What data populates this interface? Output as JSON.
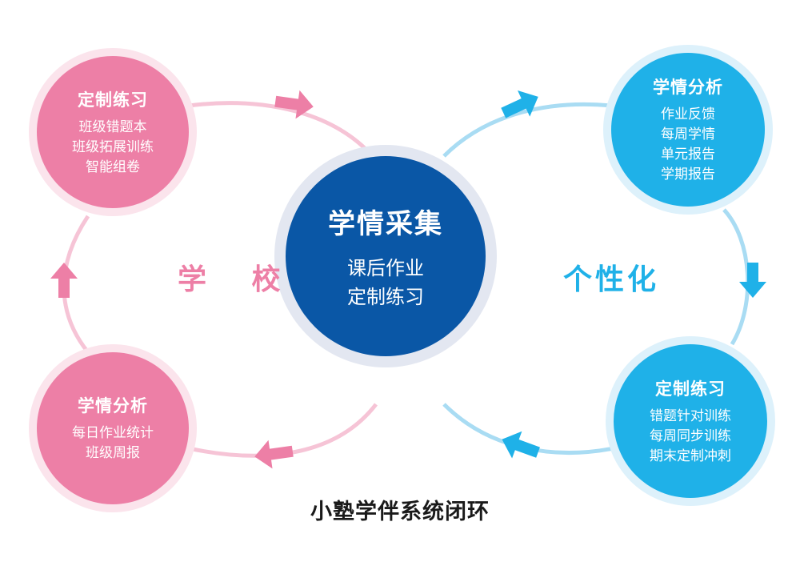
{
  "center": {
    "title": "学情采集",
    "lines": [
      "课后作业",
      "定制练习"
    ]
  },
  "school": {
    "label": "学 校",
    "practice": {
      "title": "定制练习",
      "lines": [
        "班级错题本",
        "班级拓展训练",
        "智能组卷"
      ]
    },
    "analysis": {
      "title": "学情分析",
      "lines": [
        "每日作业统计",
        "班级周报"
      ]
    }
  },
  "personal": {
    "label": "个性化",
    "analysis": {
      "title": "学情分析",
      "lines": [
        "作业反馈",
        "每周学情",
        "单元报告",
        "学期报告"
      ]
    },
    "practice": {
      "title": "定制练习",
      "lines": [
        "错题针对训练",
        "每周同步训练",
        "期末定制冲刺"
      ]
    }
  },
  "caption": "小塾学伴系统闭环",
  "colors": {
    "pink": "#ed7fa6",
    "pink_light": "#f6c4d6",
    "blue": "#1fb1e8",
    "blue_light": "#a9dcf3",
    "navy": "#0a57a6"
  },
  "icons": [
    "arrow-right-icon",
    "arrow-up-icon",
    "arrow-left-icon",
    "arrow-down-icon"
  ]
}
